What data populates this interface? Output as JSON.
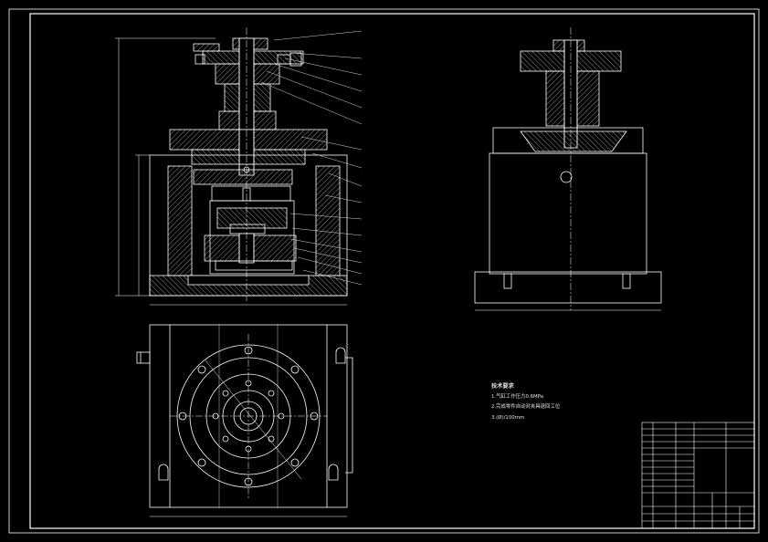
{
  "drawing": {
    "colors": {
      "background": "#000000",
      "line": "#ffffff",
      "hatch": "#c8c8c8",
      "leader": "#d8d8d8"
    }
  },
  "notes": {
    "technical_requirements_title": "技术要求",
    "technical_requirements": [
      "1.气缸工作压力0.6MPa",
      "2.完成零件自动对夹具退回工位",
      "3.(Ø)/100mm"
    ]
  }
}
